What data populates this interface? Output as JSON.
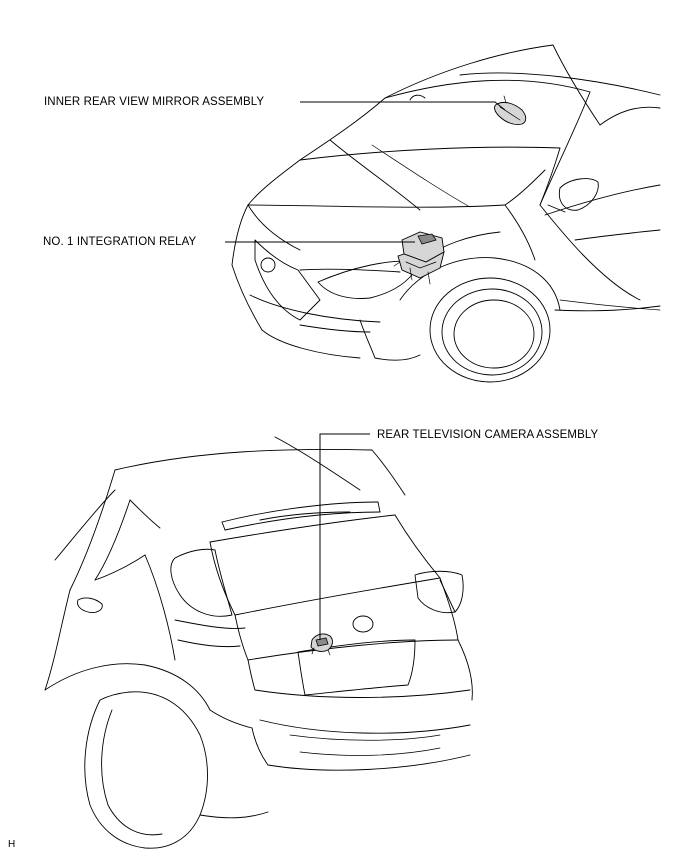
{
  "labels": {
    "inner_mirror": "INNER REAR VIEW MIRROR ASSEMBLY",
    "integration_relay": "NO. 1 INTEGRATION RELAY",
    "rear_camera": "REAR TELEVISION CAMERA ASSEMBLY",
    "footer_code": "H"
  },
  "colors": {
    "line": "#000000",
    "background": "#ffffff",
    "part_fill": "#d6d6d6"
  }
}
